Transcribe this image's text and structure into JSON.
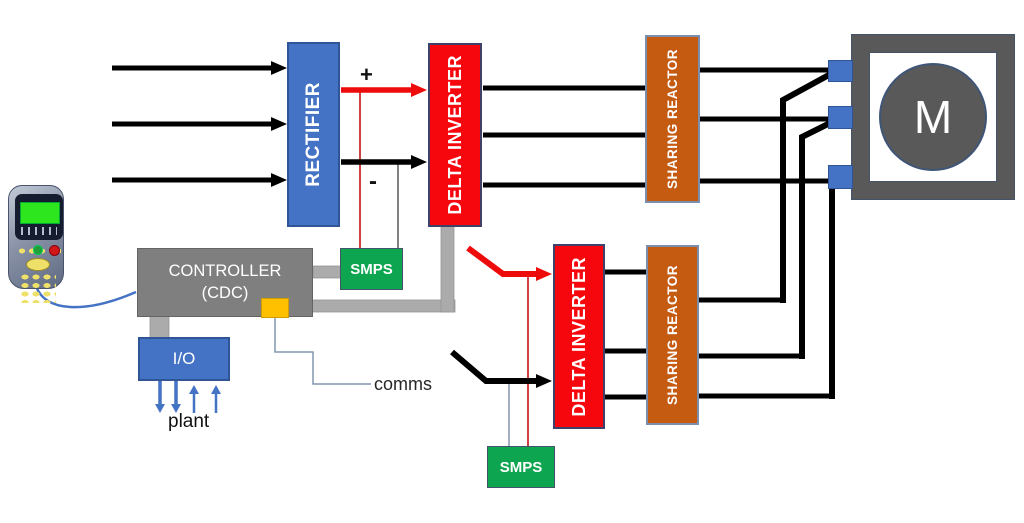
{
  "blocks": {
    "rectifier": {
      "label": "RECTIFIER",
      "color": "#4472C4"
    },
    "delta_inverter_1": {
      "label": "DELTA INVERTER",
      "color": "#F5070D"
    },
    "delta_inverter_2": {
      "label": "DELTA INVERTER",
      "color": "#F5070D"
    },
    "sharing_reactor_1": {
      "label": "SHARING REACTOR",
      "color": "#C55A11"
    },
    "sharing_reactor_2": {
      "label": "SHARING REACTOR",
      "color": "#C55A11"
    },
    "controller": {
      "line1": "CONTROLLER",
      "line2": "(CDC)",
      "color": "#7F7F7F"
    },
    "smps_top": {
      "label": "SMPS",
      "color": "#0EA551"
    },
    "smps_bottom": {
      "label": "SMPS",
      "color": "#0EA551"
    },
    "io": {
      "label": "I/O",
      "color": "#4472C4"
    },
    "motor": {
      "label": "M",
      "color": "#595959"
    }
  },
  "annotations": {
    "dc_plus": "+",
    "dc_minus": "-",
    "comms": "comms",
    "plant": "plant"
  },
  "colors": {
    "wire_black": "#000000",
    "dc_positive_red": "#EE0B0B",
    "bus_gray": "#ABABAB",
    "comms_line_blue": "#8496B0",
    "feed_red": "#C00000",
    "feed_gray": "#595959",
    "port_yellow": "#FFC000",
    "cable_blue": "#4472C4"
  }
}
